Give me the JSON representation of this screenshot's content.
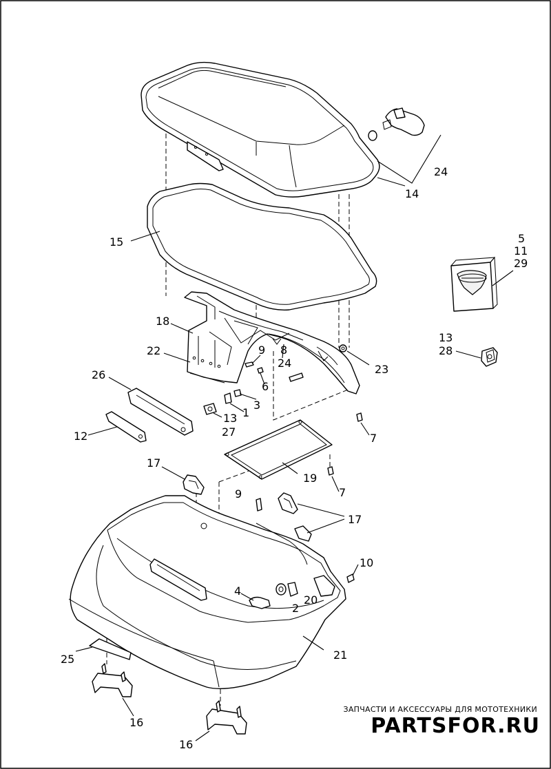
{
  "labels": {
    "l24a": "24",
    "l14": "14",
    "l15": "15",
    "l5": "5",
    "l11": "11",
    "l29": "29",
    "l18": "18",
    "l22": "22",
    "l9a": "9",
    "l8": "8",
    "l24b": "24",
    "l6": "6",
    "l23": "23",
    "l26": "26",
    "l3": "3",
    "l1": "1",
    "l13a": "13",
    "l27": "27",
    "l12": "12",
    "l13b": "13",
    "l28": "28",
    "l7a": "7",
    "l19": "19",
    "l17a": "17",
    "l7b": "7",
    "l9b": "9",
    "l17b": "17",
    "l10": "10",
    "l4": "4",
    "l2": "2",
    "l20": "20",
    "l21": "21",
    "l25": "25",
    "l16a": "16",
    "l16b": "16"
  },
  "watermark": {
    "tagline": "ЗАПЧАСТИ И АКСЕССУАРЫ ДЛЯ МОТОТЕХНИКИ",
    "brand": "PARTSFOR.RU",
    "color": "#e8a7ad"
  },
  "colors": {
    "line": "#000000",
    "background": "#ffffff"
  }
}
